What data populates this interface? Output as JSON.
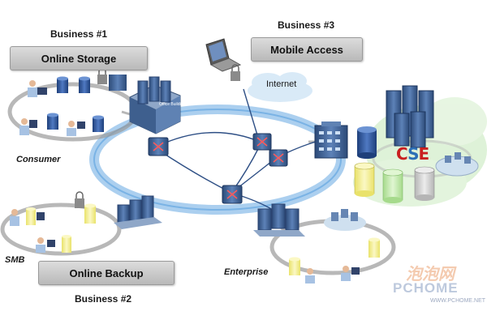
{
  "labels": {
    "business1": "Business #1",
    "business2": "Business #2",
    "business3": "Business #3",
    "online_storage": "Online Storage",
    "online_backup": "Online Backup",
    "mobile_access": "Mobile Access",
    "internet": "Internet",
    "consumer": "Consumer",
    "smb": "SMB",
    "enterprise": "Enterprise",
    "office_building": "Office Building",
    "cse_c": "C",
    "cse_s": "S",
    "cse_e": "E"
  },
  "watermark": {
    "line1": "泡泡网",
    "line2": "PCHOME",
    "line3": "WWW.PCHOME.NET"
  },
  "colors": {
    "ring_blue": "#9cc7ec",
    "cloud": "#cfe4f5",
    "server": "#3e5f8e",
    "disk_blue": "#2a4f8e",
    "disk_yellow": "#f3ee8e",
    "disk_green": "#bfe8a8",
    "disk_grey": "#c9c9c9",
    "cse_red": "#c91f1f",
    "cse_blue": "#2c6fb7"
  }
}
